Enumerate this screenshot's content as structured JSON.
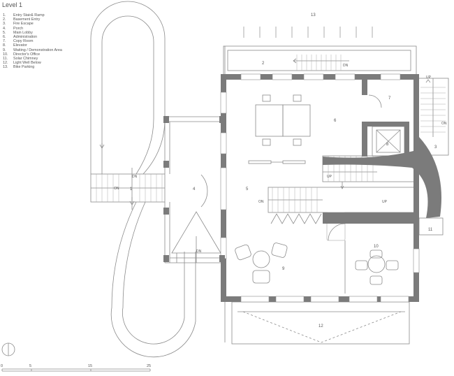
{
  "title": "Level 1",
  "legend": [
    {
      "num": "1.",
      "label": "Entry Stair& Ramp"
    },
    {
      "num": "2.",
      "label": "Basement Entry"
    },
    {
      "num": "3.",
      "label": "Fire Escape"
    },
    {
      "num": "4.",
      "label": "Porch"
    },
    {
      "num": "5.",
      "label": "Main Lobby"
    },
    {
      "num": "6.",
      "label": "Administration"
    },
    {
      "num": "7.",
      "label": "Copy Room"
    },
    {
      "num": "8.",
      "label": "Elevator"
    },
    {
      "num": "9.",
      "label": "Waiting / Demonstration Area"
    },
    {
      "num": "10.",
      "label": "Director's Office"
    },
    {
      "num": "11.",
      "label": "Solar Chimney"
    },
    {
      "num": "12.",
      "label": "Light Well Below"
    },
    {
      "num": "13.",
      "label": "Bike Parking"
    }
  ],
  "rooms": {
    "r1": "1",
    "r2": "2",
    "r3": "3",
    "r4": "4",
    "r5": "5",
    "r6": "6",
    "r7": "7",
    "r8": "8",
    "r9": "9",
    "r10": "10",
    "r11": "11",
    "r12": "12",
    "r13": "13"
  },
  "stair_labels": {
    "dn_entry_top": "DN",
    "on_entry": "ON",
    "dn_ramp": "DN",
    "dn_basement": "DN",
    "up_fire": "UP",
    "on_fire": "ON",
    "up_lobby": "UP",
    "on_lobby": "ON",
    "up_lobby_right": "UP"
  },
  "scale_bar": {
    "ticks": [
      "0",
      "5",
      "15",
      "25"
    ]
  },
  "colors": {
    "wall": "#7b7b7b",
    "line": "#8a8a8a",
    "text": "#555555"
  }
}
